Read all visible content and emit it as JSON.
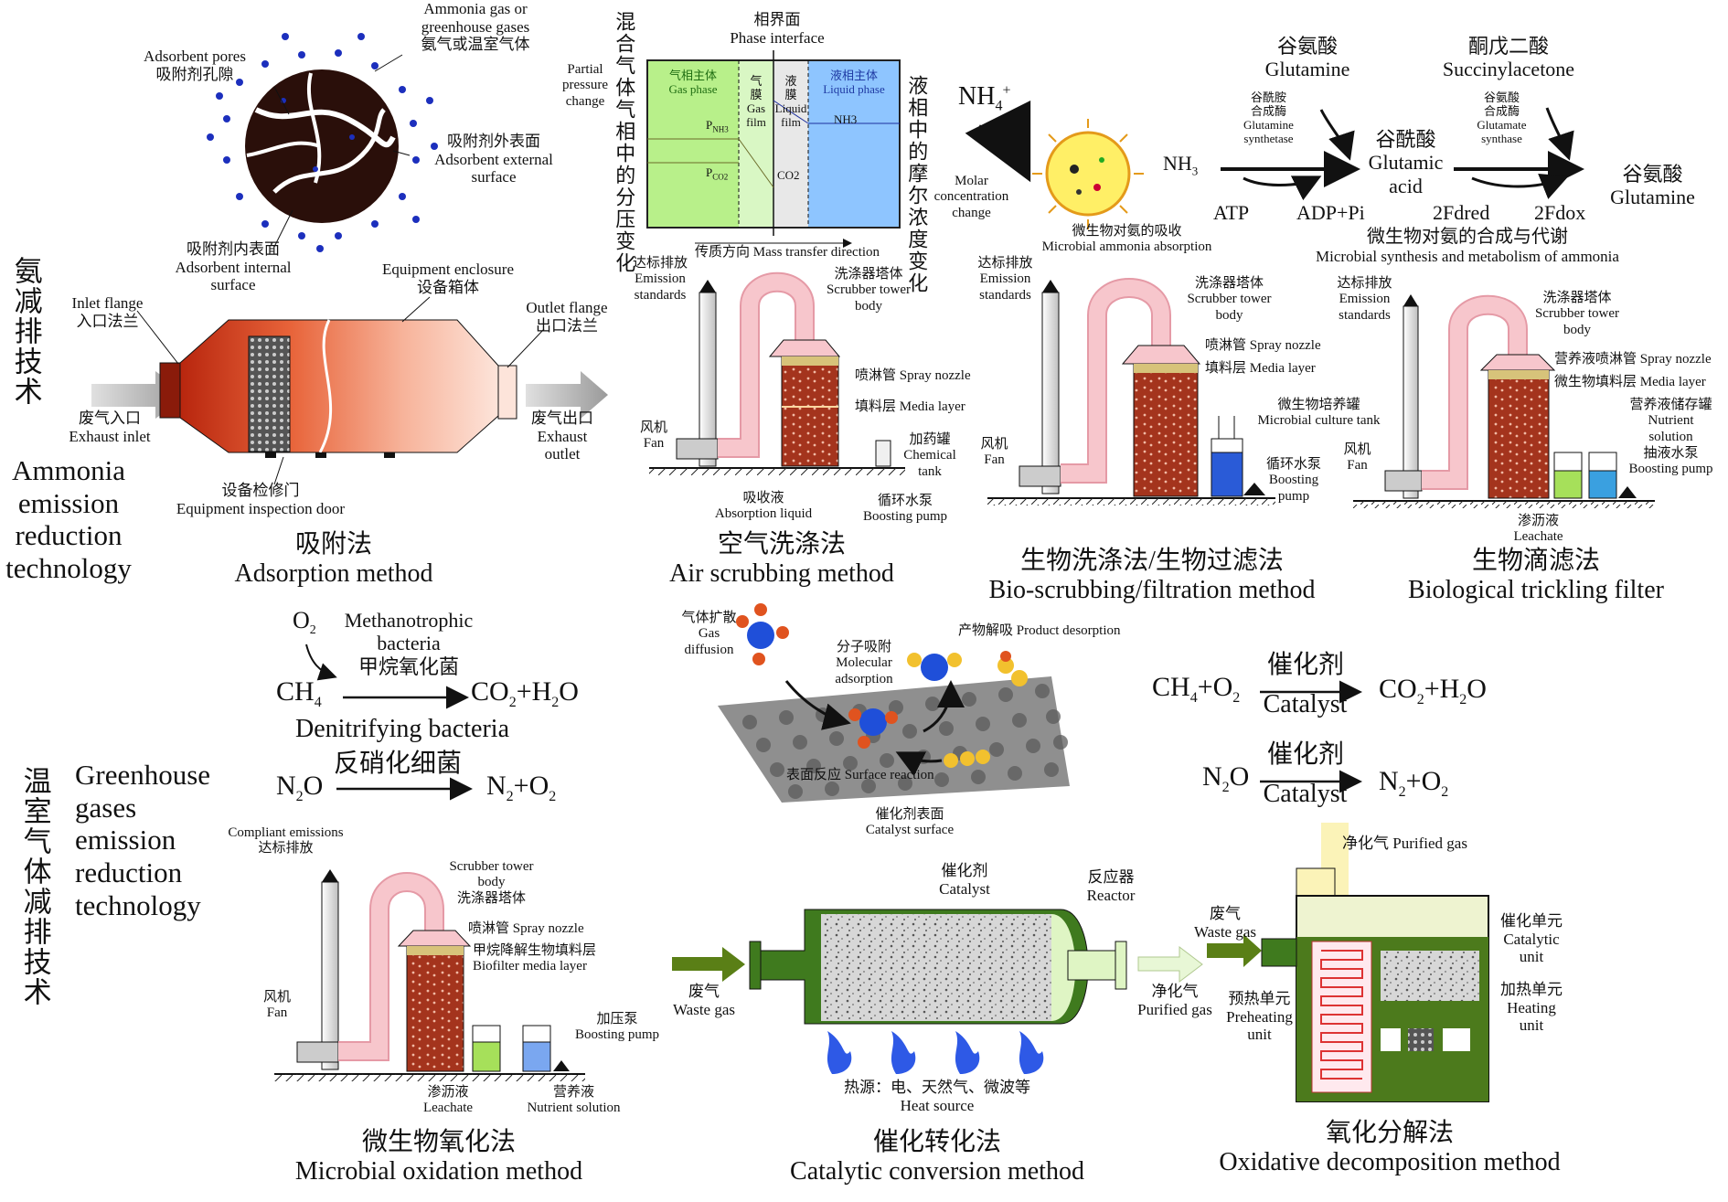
{
  "left_titles": {
    "ammonia_zh": "氨减排技术",
    "ammonia_en": [
      "Ammonia",
      "emission",
      "reduction",
      "technology"
    ],
    "ghg_zh": "温室气体减排技术",
    "ghg_en": [
      "Greenhouse",
      "gases",
      "emission",
      "reduction",
      "technology"
    ]
  },
  "adsorption": {
    "gas_label": [
      "Ammonia gas or",
      "greenhouse gases",
      "氨气或温室气体"
    ],
    "pores": [
      "Adsorbent pores",
      "吸附剂孔隙"
    ],
    "external": [
      "吸附剂外表面",
      "Adsorbent external",
      "surface"
    ],
    "internal": [
      "吸附剂内表面",
      "Adsorbent internal",
      "surface"
    ],
    "enclosure": [
      "Equipment enclosure",
      "设备箱体"
    ],
    "inlet_flange": [
      "Inlet flange",
      "入口法兰"
    ],
    "outlet_flange": [
      "Outlet flange",
      "出口法兰"
    ],
    "exhaust_inlet": [
      "废气入口",
      "Exhaust inlet"
    ],
    "exhaust_outlet": [
      "废气出口",
      "Exhaust",
      "outlet"
    ],
    "door": [
      "设备检修门",
      "Equipment inspection door"
    ],
    "title_zh": "吸附法",
    "title_en": "Adsorption method"
  },
  "phase": {
    "gas_side": "混合气体气相中的分压变化",
    "liquid_side": "液相中的摩尔浓度变化",
    "interface": [
      "相界面",
      "Phase interface"
    ],
    "partial": [
      "Partial",
      "pressure",
      "change"
    ],
    "gas_phase": [
      "气相主体",
      "Gas phase"
    ],
    "gas_film": [
      "气",
      "膜",
      "Gas",
      "film"
    ],
    "liquid_film": [
      "液",
      "膜",
      "Liquid",
      "film"
    ],
    "liquid_phase": [
      "液相主体",
      "Liquid phase"
    ],
    "p_nh3": "P",
    "p_nh3_sub": "NH3",
    "p_co2": "P",
    "p_co2_sub": "CO2",
    "nh3": "NH3",
    "co2": "CO2",
    "direction": "传质方向 Mass transfer direction"
  },
  "air_scrubbing": {
    "emission": [
      "达标排放",
      "Emission",
      "standards"
    ],
    "tower": [
      "洗涤器塔体",
      "Scrubber tower",
      "body"
    ],
    "nozzle": "喷淋管 Spray nozzle",
    "media": "填料层 Media layer",
    "fan": [
      "风机",
      "Fan"
    ],
    "chem_tank": [
      "加药罐",
      "Chemical",
      "tank"
    ],
    "absorption": [
      "吸收液",
      "Absorption liquid"
    ],
    "pump": [
      "循环水泵",
      "Boosting pump"
    ],
    "title_zh": "空气洗涤法",
    "title_en": "Air scrubbing method"
  },
  "microbial_ammonia": {
    "nh4": "NH",
    "nh4_sub": "4",
    "nh4_sup": "+",
    "molar": [
      "Molar",
      "concentration",
      "change"
    ],
    "absorb": [
      "微生物对氨的吸收",
      "Microbial ammonia absorption"
    ],
    "nh3": "NH",
    "nh3_sub": "3",
    "glutamine_top": [
      "谷氨酸",
      "Glutamine"
    ],
    "succinyl": [
      "酮戊二酸",
      "Succinylacetone"
    ],
    "synthetase1": [
      "谷酰胺",
      "合成酶",
      "Glutamine",
      "synthetase"
    ],
    "synthetase2": [
      "谷氨酸",
      "合成酶",
      "Glutamate",
      "synthase"
    ],
    "glutamic": [
      "谷酰酸",
      "Glutamic",
      "acid"
    ],
    "glutamine_right": [
      "谷氨酸",
      "Glutamine"
    ],
    "atp": "ATP",
    "adp": "ADP+Pi",
    "fdred": "2Fdred",
    "fdox": "2Fdox",
    "synthesis": [
      "微生物对氨的合成与代谢",
      "Microbial synthesis and metabolism of ammonia"
    ]
  },
  "bio_scrubbing": {
    "emission": [
      "达标排放",
      "Emission",
      "standards"
    ],
    "tower": [
      "洗涤器塔体",
      "Scrubber tower",
      "body"
    ],
    "nozzle": "喷淋管 Spray nozzle",
    "media": "填料层 Media layer",
    "culture": [
      "微生物培养罐",
      "Microbial culture tank"
    ],
    "fan": [
      "风机",
      "Fan"
    ],
    "pump": [
      "循环水泵",
      "Boosting",
      "pump"
    ],
    "title_zh": "生物洗涤法/生物过滤法",
    "title_en": "Bio-scrubbing/filtration method"
  },
  "trickling": {
    "emission": [
      "达标排放",
      "Emission",
      "standards"
    ],
    "tower": [
      "洗涤器塔体",
      "Scrubber tower",
      "body"
    ],
    "nozzle": "营养液喷淋管 Spray nozzle",
    "media": "微生物填料层 Media layer",
    "storage": [
      "营养液储存罐",
      "Nutrient",
      "solution"
    ],
    "pump": [
      "抽液水泵",
      "Boosting pump"
    ],
    "fan": [
      "风机",
      "Fan"
    ],
    "leachate": [
      "渗沥液",
      "Leachate"
    ],
    "title_zh": "生物滴滤法",
    "title_en": "Biological trickling filter"
  },
  "reactions": {
    "o2": "O",
    "methanotroph": [
      "Methanotrophic",
      "bacteria",
      "甲烷氧化菌"
    ],
    "ch4": "CH",
    "co2h2o": "CO",
    "denitrifying": "Denitrifying bacteria",
    "n2o_left": "N",
    "denit_zh": "反硝化细菌",
    "n2o2_left": "N",
    "catalyst_zh1": "催化剂",
    "catalyst_en1": "Catalyst",
    "catalyst_zh2": "催化剂",
    "catalyst_en2": "Catalyst"
  },
  "catalysis": {
    "gas_diffusion": [
      "气体扩散",
      "Gas",
      "diffusion"
    ],
    "molecular": [
      "分子吸附",
      "Molecular",
      "adsorption"
    ],
    "desorption": "产物解吸 Product desorption",
    "surface_reaction": "表面反应 Surface reaction",
    "surface": [
      "催化剂表面",
      "Catalyst surface"
    ]
  },
  "microbial_oxidation": {
    "compliant": [
      "Compliant emissions",
      "达标排放"
    ],
    "tower": [
      "Scrubber tower",
      "body",
      "洗涤器塔体"
    ],
    "nozzle": "喷淋管 Spray nozzle",
    "media": [
      "甲烷降解生物填料层",
      "Biofilter media layer"
    ],
    "fan": [
      "风机",
      "Fan"
    ],
    "pump": [
      "加压泵",
      "Boosting pump"
    ],
    "leachate": [
      "渗沥液",
      "Leachate"
    ],
    "nutrient": [
      "营养液",
      "Nutrient solution"
    ],
    "title_zh": "微生物氧化法",
    "title_en": "Microbial oxidation method"
  },
  "catalytic_conversion": {
    "catalyst": [
      "催化剂",
      "Catalyst"
    ],
    "reactor": [
      "反应器",
      "Reactor"
    ],
    "waste": [
      "废气",
      "Waste gas"
    ],
    "purified": [
      "净化气",
      "Purified gas"
    ],
    "heat": [
      "热源：电、天然气、微波等",
      "Heat source"
    ],
    "title_zh": "催化转化法",
    "title_en": "Catalytic conversion method"
  },
  "oxidative": {
    "purified_top": "净化气 Purified gas",
    "waste": [
      "废气",
      "Waste gas"
    ],
    "catalytic_unit": [
      "催化单元",
      "Catalytic",
      "unit"
    ],
    "heating_unit": [
      "加热单元",
      "Heating",
      "unit"
    ],
    "preheating": [
      "预热单元",
      "Preheating",
      "unit"
    ],
    "title_zh": "氧化分解法",
    "title_en": "Oxidative decomposition method"
  },
  "colors": {
    "gas_green": "#b8f08a",
    "liquid_blue": "#8ec5ff",
    "tower_red": "#a0301a",
    "pipe_pink": "#f7c6cc",
    "reactor_green": "#3f7a1e",
    "flame_blue": "#3a6ff0"
  }
}
